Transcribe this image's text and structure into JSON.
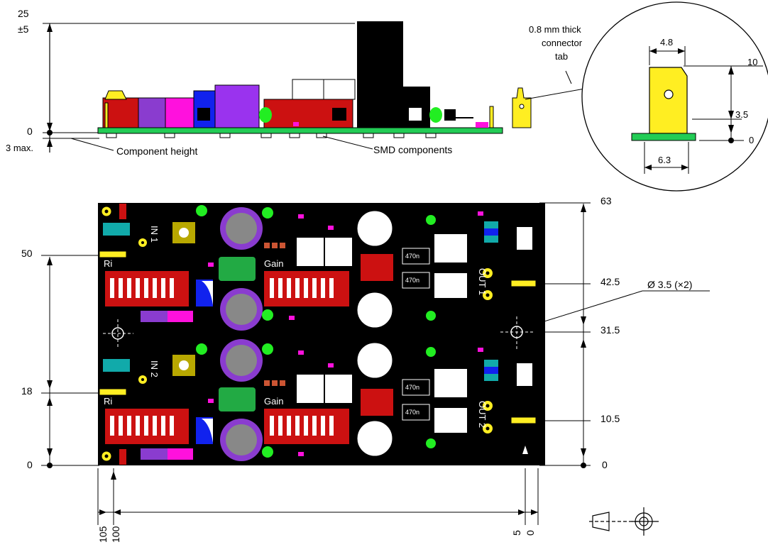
{
  "side_view": {
    "dim_top_value": "25",
    "dim_top_tol": "±5",
    "dim_zero": "0",
    "dim_below": "3 max.",
    "label_component_height": "Component height",
    "label_smd": "SMD components"
  },
  "tab_detail": {
    "caption_line1": "0.8 mm thick",
    "caption_line2": "connector",
    "caption_line3": "tab",
    "width_top": "4.8",
    "width_bottom": "6.3",
    "h_10": "10",
    "h_3_5": "3.5",
    "h_0": "0"
  },
  "board": {
    "left_dims": [
      "50",
      "18",
      "0"
    ],
    "right_dims": [
      "63",
      "42.5",
      "31.5",
      "10.5",
      "0"
    ],
    "hole_label": "Ø 3.5 (×2)",
    "bottom_dims": [
      "105",
      "100",
      "5",
      "0"
    ],
    "silk": {
      "in1": "IN 1",
      "in2": "IN 2",
      "ri": "Ri",
      "gain": "Gain",
      "out1": "OUT 1",
      "out2": "OUT 2",
      "cap": "470n"
    }
  },
  "colors": {
    "pcb": "#000000",
    "pcb_green": "#22cc55",
    "red": "#cc1111",
    "yellow": "#ffee22",
    "purple": "#8a3ccf",
    "magenta": "#ff11dd",
    "teal": "#11aaaa",
    "blue": "#1122ee",
    "gray": "#888888"
  }
}
